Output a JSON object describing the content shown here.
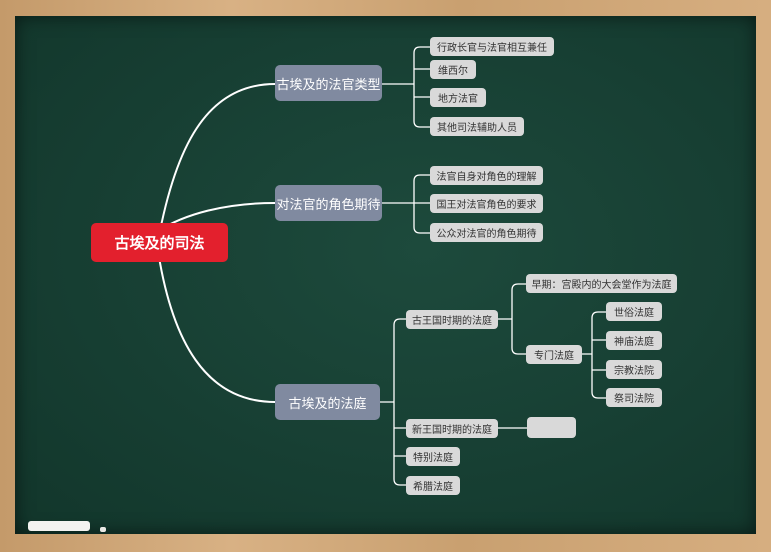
{
  "root": {
    "label": "古埃及的司法"
  },
  "branches": [
    {
      "label": "古埃及的法官类型",
      "children": [
        "行政长官与法官相互兼任",
        "维西尔",
        "地方法官",
        "其他司法辅助人员"
      ]
    },
    {
      "label": "对法官的角色期待",
      "children": [
        "法官自身对角色的理解",
        "国王对法官角色的要求",
        "公众对法官的角色期待"
      ]
    },
    {
      "label": "古埃及的法庭",
      "children": [
        {
          "label": "古王国时期的法庭",
          "children": [
            {
              "label": "早期：宫殿内的大会堂作为法庭"
            },
            {
              "label": "专门法庭",
              "children": [
                "世俗法庭",
                "神庙法庭",
                "宗教法院",
                "祭司法院"
              ]
            }
          ]
        },
        {
          "label": "新王国时期的法庭",
          "children": [
            ""
          ]
        },
        {
          "label": "特别法庭"
        },
        {
          "label": "希腊法庭"
        }
      ]
    }
  ]
}
